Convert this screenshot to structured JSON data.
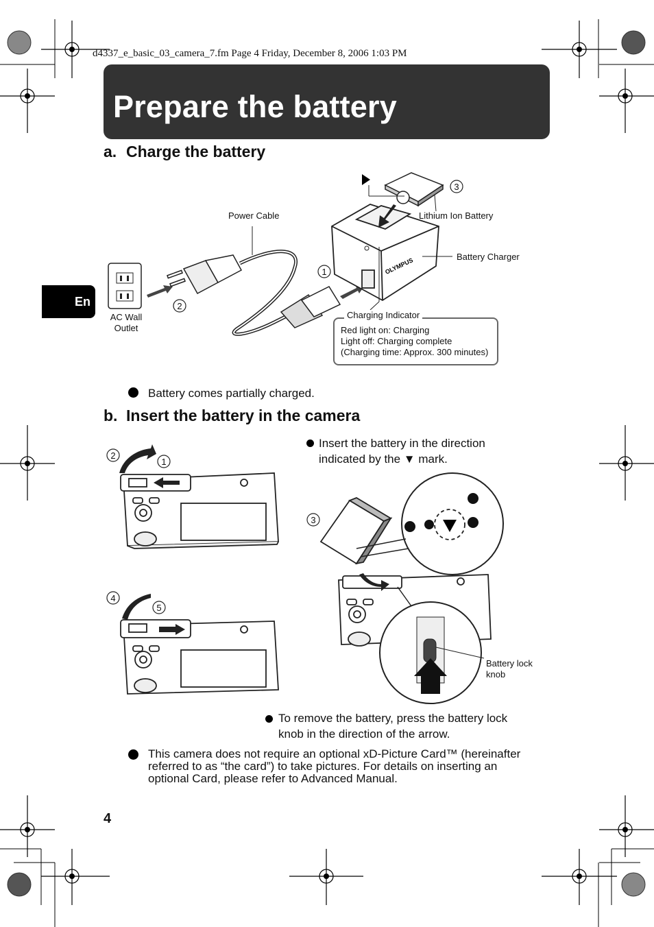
{
  "print_header": "d4337_e_basic_03_camera_7.fm  Page 4  Friday, December 8, 2006  1:03 PM",
  "title": "Prepare the battery",
  "language_tab": "En",
  "section_a": {
    "letter": "a.",
    "heading": "Charge the battery",
    "labels": {
      "power_cable": "Power Cable",
      "lithium_battery": "Lithium Ion Battery",
      "battery_charger": "Battery Charger",
      "ac_outlet_line1": "AC Wall",
      "ac_outlet_line2": "Outlet",
      "charging_indicator": "Charging Indicator",
      "brand": "OLYMPUS"
    },
    "steps": [
      "1",
      "2",
      "3"
    ],
    "indicator_lines": [
      "Red light on: Charging",
      "Light off: Charging complete",
      "(Charging time: Approx. 300 minutes)"
    ],
    "note": "Battery comes partially charged."
  },
  "section_b": {
    "letter": "b.",
    "heading": "Insert the battery in the camera",
    "steps": [
      "1",
      "2",
      "3",
      "4",
      "5"
    ],
    "instruction_line1": "Insert the battery in the direction",
    "instruction_line2": "indicated by the ▼ mark.",
    "lock_knob_line1": "Battery lock",
    "lock_knob_line2": "knob",
    "remove_line1": "To remove the battery, press the battery lock",
    "remove_line2": "knob in the direction of the arrow.",
    "card_note_line1": "This camera does not require an optional xD-Picture Card™ (hereinafter",
    "card_note_line2": "referred to as “the card”) to take pictures. For details on inserting an",
    "card_note_line3": "optional Card, please refer to Advanced Manual."
  },
  "page_number": "4",
  "icons": [
    "registration-mark-icon",
    "starburst-mark-icon",
    "bullet-dot-icon",
    "arrow-icon"
  ]
}
